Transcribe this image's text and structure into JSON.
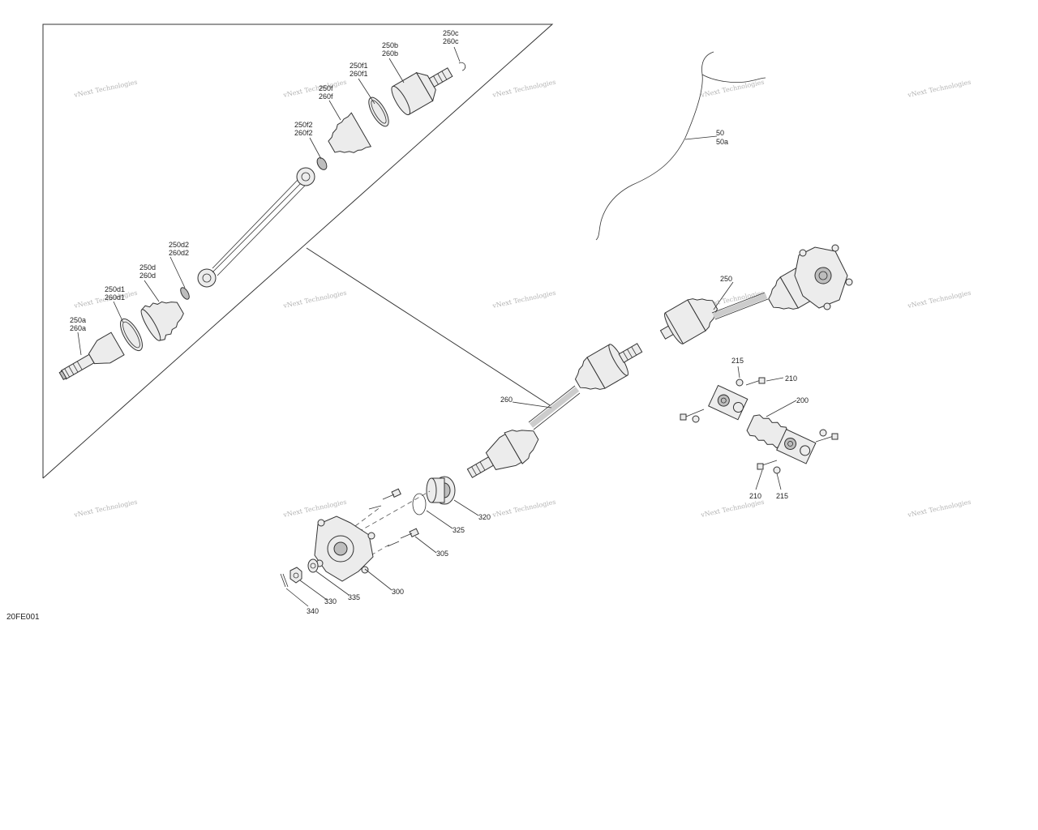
{
  "diagram": {
    "doc_code": "20FE001",
    "watermark_line1": "vNext Technologies",
    "watermark_line2": "Technologies",
    "callouts": {
      "c250c": "250c",
      "c260c": "260c",
      "c250b": "250b",
      "c260b": "260b",
      "c250f1": "250f1",
      "c260f1": "260f1",
      "c250f": "250f",
      "c260f": "260f",
      "c250f2": "250f2",
      "c260f2": "260f2",
      "c250d2": "250d2",
      "c260d2": "260d2",
      "c250d": "250d",
      "c260d": "260d",
      "c250d1": "250d1",
      "c260d1": "260d1",
      "c250a": "250a",
      "c260a": "260a",
      "c50": "50",
      "c50a": "50a",
      "c250": "250",
      "c260": "260",
      "c215a": "215",
      "c210a": "210",
      "c200": "200",
      "c210b": "210",
      "c215b": "215",
      "c320": "320",
      "c325": "325",
      "c305": "305",
      "c300": "300",
      "c335": "335",
      "c330": "330",
      "c340": "340"
    }
  }
}
